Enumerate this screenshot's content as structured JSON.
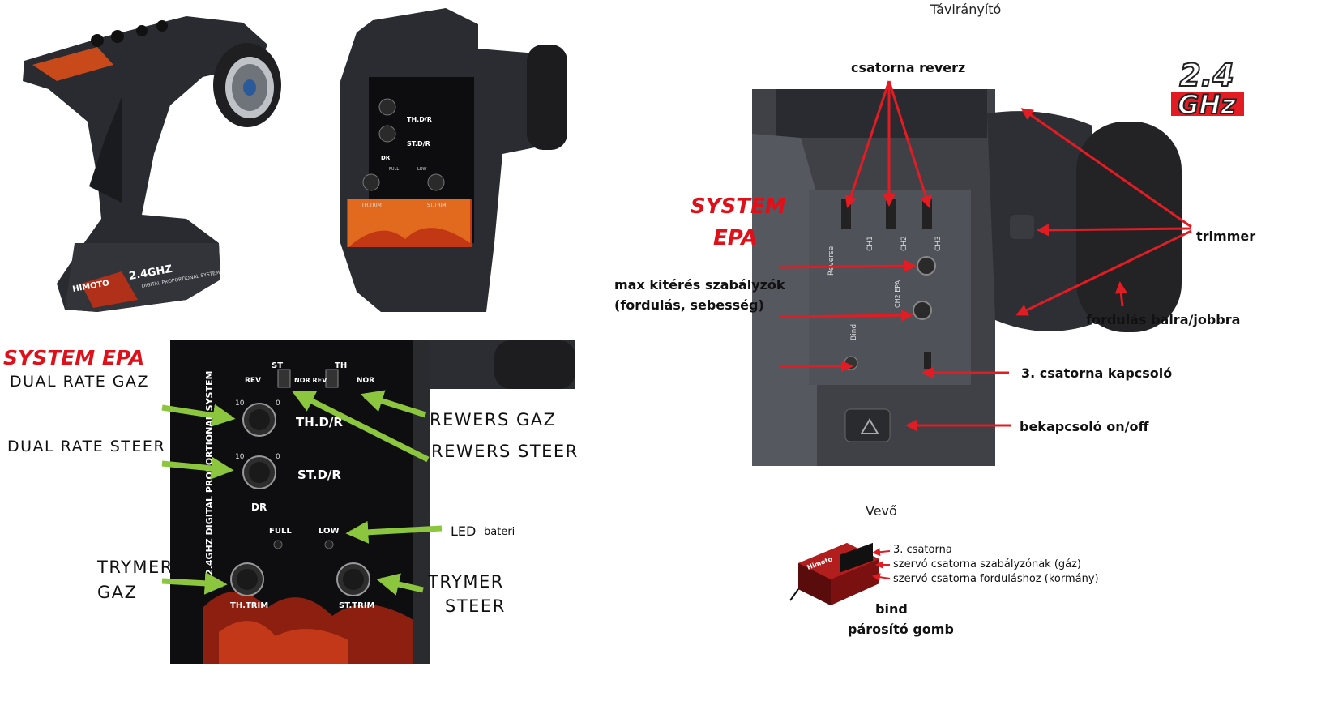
{
  "titles": {
    "remote": "Távirányító",
    "receiver": "Vevő"
  },
  "logo_24ghz": {
    "line1": "2.4",
    "line2": "GHz"
  },
  "left_panel": {
    "system_epa": "SYSTEM EPA",
    "dual_rate_gaz": "DUAL RATE GAZ",
    "dual_rate_steer": "DUAL RATE STEER",
    "rewers_gaz": "REWERS GAZ",
    "rewers_steer": "REWERS STEER",
    "led": "LED",
    "bateri": "bateri",
    "trymer_gaz_1": "TRYMER",
    "trymer_gaz_2": "GAZ",
    "trymer_steer_1": "TRYMER",
    "trymer_steer_2": "STEER"
  },
  "panel_print": {
    "st": "ST",
    "th": "TH",
    "rev": "REV",
    "nor_rev": "NOR REV",
    "nor": "NOR",
    "thdr": "TH.D/R",
    "stdr": "ST.D/R",
    "dr": "DR",
    "full": "FULL",
    "low": "LOW",
    "thtrim": "TH.TRIM",
    "sttrim": "ST.TRIM",
    "ten": "10",
    "zero": "0",
    "side": "2.4GHZ DIGITAL PROPORTIONAL SYSTEM"
  },
  "top_photo": {
    "brand": "HIMOTO",
    "model": "2.4GHZ",
    "tagline": "DIGITAL PROPORTIONAL SYSTEM"
  },
  "right_diagram": {
    "system": "SYSTEM",
    "epa": "EPA",
    "csatorna_reverz": "csatorna reverz",
    "trimmer": "trimmer",
    "max_kiteres_1": "max kitérés szabályzók",
    "max_kiteres_2": "(fordulás, sebesség)",
    "fordulas": "fordulás balra/jobbra",
    "harmadik_kapcsolo": "3. csatorna kapcsoló",
    "bekapcsolo": "bekapcsoló on/off",
    "ch1": "CH1",
    "ch2": "CH2",
    "ch3": "CH3",
    "reverse": "Reverse",
    "ch2epa": "CH2 EPA",
    "bind": "Bind"
  },
  "receiver": {
    "ch3": "3. csatorna",
    "gas": "szervó csatorna szabályzónak (gáz)",
    "steer": "szervó csatorna forduláshoz (kormány)",
    "bind_1": "bind",
    "bind_2": "párosító gomb",
    "brand": "Himoto"
  },
  "colors": {
    "red": "#e0101a",
    "green": "#8cc63f",
    "arrow_red": "#e31b23"
  }
}
